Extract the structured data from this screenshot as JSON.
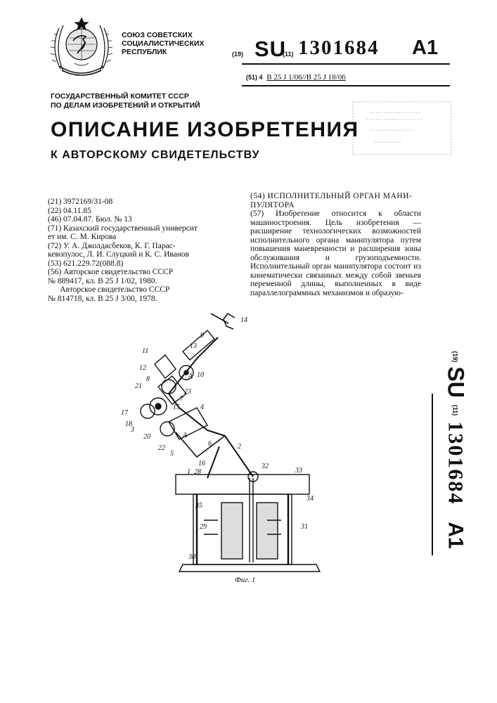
{
  "header": {
    "country_lines": [
      "СОЮЗ СОВЕТСКИХ",
      "СОЦИАЛИСТИЧЕСКИХ",
      "РЕСПУБЛИК"
    ],
    "code19": "(19)",
    "country_code": "SU",
    "code11": "(11)",
    "patent_number": "1301684",
    "kind": "A1",
    "ipc_prefix": "(51) 4",
    "ipc": "B 25 J 1/06//B 25 J 18/06"
  },
  "committee_lines": [
    "ГОСУДАРСТВЕННЫЙ КОМИТЕТ СССР",
    "ПО ДЕЛАМ ИЗОБРЕТЕНИЙ И ОТКРЫТИЙ"
  ],
  "document_title": "ОПИСАНИЕ ИЗОБРЕТЕНИЯ",
  "document_subtitle": "К АВТОРСКОМУ СВИДЕТЕЛЬСТВУ",
  "bibliography": [
    "(21) 3972169/31-08",
    "(22) 04.11.85",
    "(46) 07.04.87. Бюл. № 13",
    "(71) Казахский государственный университет им. С. М. Кирова",
    "(72) У. А. Джолдасбеков, К. Г. Парасkевопулос, Л. И. Слуцкий и К. С. Иванов",
    "(53) 621.229.72(088.8)",
    "(56) Авторское свидетельство СССР № 889417, кл. В 25 J 1/02, 1980.",
    "Авторское свидетельство СССР № 814718, кл. В 25 J 3/00, 1978."
  ],
  "bibliography_display": [
    "(21) 3972169/31-08",
    "(22) 04.11.85",
    "(46) 07.04.87. Бюл. № 13",
    "(71) Казахский государственный университ",
    "ет им. С. М. Кирова",
    "(72) У. А. Джолдасбеков, К. Г. Парас-",
    "кевопулос, Л. И. Слуцкий и К. С. Иванов",
    "(53) 621.229.72(088.8)",
    "(56) Авторское свидетельство СССР",
    "№ 889417, кл. В 25 J 1/02, 1980.",
    "      Авторское свидетельство СССР",
    "№ 814718, кл. В 25 J 3/00, 1978."
  ],
  "abstract_title_lines": [
    "(54) ИСПОЛНИТЕЛЬНЫЙ ОРГАН МАНИ-",
    "ПУЛЯТОРА"
  ],
  "abstract_text": "(57) Изобретение относится к области машиностроения. Цель изобретения — расширение технологических возможностей исполнительного органа манипулятора путем повышения маневренности и расширения зоны обслуживания и грузоподъемности. Исполнительный орган манипулятора состоит из кинематически связанных между собой звеньев переменной длины, выполненных в виде параллелограммных механизмов и образую-",
  "side_label": {
    "code19": "(19)",
    "country": "SU",
    "code11": "(11)",
    "number": "1301684",
    "kind": "A1"
  },
  "figure_caption": "Фиг. 1",
  "figure_labels": [
    "14",
    "9",
    "13",
    "11",
    "10",
    "A",
    "12",
    "23",
    "8",
    "21",
    "7",
    "17",
    "15",
    "4",
    "18",
    "3",
    "20",
    "A",
    "6",
    "22",
    "5",
    "2",
    "16",
    "32",
    "1",
    "28",
    "33",
    "34",
    "35",
    "29",
    "31",
    "30"
  ]
}
